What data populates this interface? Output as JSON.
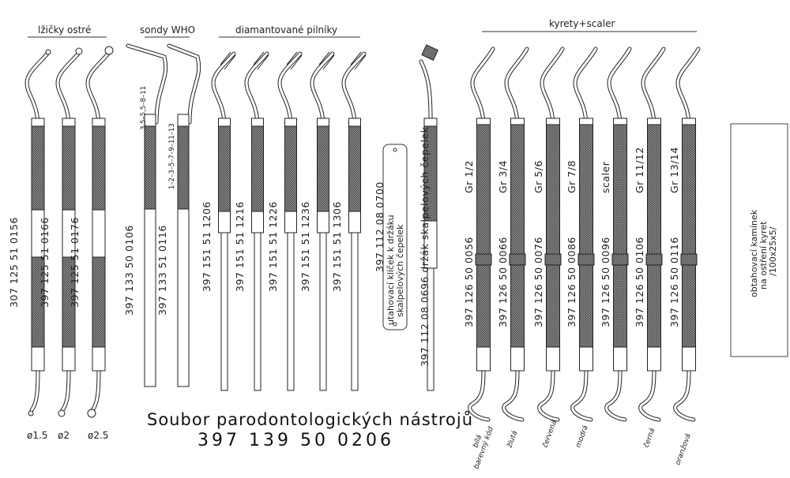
{
  "groups": {
    "spoons": "lžičky ostré",
    "probes": "sondy WHO",
    "files": "diamantované pilníky",
    "curettes": "kyrety+scaler"
  },
  "spoons": [
    {
      "code": "307 125 51 0156",
      "size": "ø1.5"
    },
    {
      "code": "397 125 51 0166",
      "size": "ø2"
    },
    {
      "code": "397 125 51 0176",
      "size": "ø2.5"
    }
  ],
  "probes": [
    {
      "code": "397 133 50 0106",
      "scale": "3,5–5,5–8–11"
    },
    {
      "code": "397 133 51 0116",
      "scale": "1–2–3–5–7–9–11–13"
    }
  ],
  "files": [
    {
      "code": "397 151 51 1206"
    },
    {
      "code": "397 151 51 1216"
    },
    {
      "code": "397 151 51 1226"
    },
    {
      "code": "397 151 51 1236"
    },
    {
      "code": "397 151 51 1306"
    }
  ],
  "scalpel": {
    "key_code": "397 112 08 0700",
    "key_label_1": "utahovací klíček k držáku",
    "key_label_2": "skalpelových čepelek",
    "holder_code": "397 112 08 0696 držák skalpelových čepelek"
  },
  "curettes": [
    {
      "code": "397 126 50 0056",
      "gr": "Gr 1/2",
      "color": "bílá"
    },
    {
      "code": "397 126 50 0066",
      "gr": "Gr 3/4",
      "color": "žlutá"
    },
    {
      "code": "397 126 50 0076",
      "gr": "Gr 5/6",
      "color": "červená"
    },
    {
      "code": "397 126 50 0086",
      "gr": "Gr 7/8",
      "color": "modrá"
    },
    {
      "code": "397 126 50 0096",
      "gr": "scaler",
      "color": ""
    },
    {
      "code": "397 126 50 0106",
      "gr": "Gr 11/12",
      "color": "černá"
    },
    {
      "code": "397 126 50 0116",
      "gr": "Gr 13/14",
      "color": "oranžová"
    }
  ],
  "color_code_label": "barevný kód",
  "stone": {
    "line1": "obtahovací kamínek",
    "line2": "na ostření kyret",
    "line3": "/100x25x5/"
  },
  "title": "Soubor parodontologických nástrojů",
  "set_code": "397 139 50 0206"
}
